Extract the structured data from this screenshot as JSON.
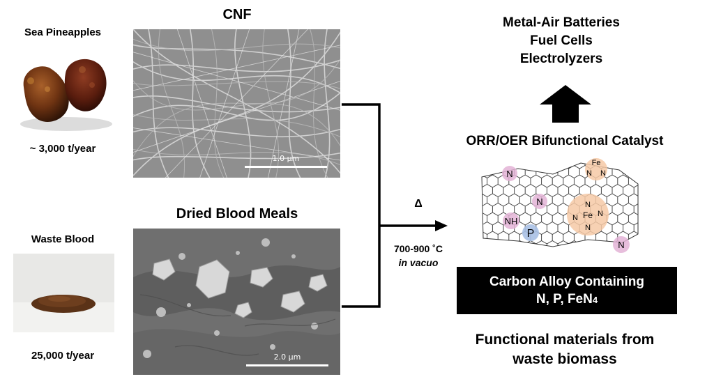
{
  "left": {
    "sea_pineapples_title": "Sea Pineapples",
    "sea_pineapples_amount": "~ 3,000 t/year",
    "waste_blood_title": "Waste Blood",
    "waste_blood_amount": "25,000 t/year"
  },
  "middle": {
    "cnf_title": "CNF",
    "cnf_scale": "1.0 μm",
    "blood_meal_title": "Dried Blood Meals",
    "blood_meal_scale": "2.0 μm"
  },
  "process": {
    "heat_symbol": "Δ",
    "temperature": "700-900 ˚C",
    "condition": "in vacuo"
  },
  "right": {
    "applications": [
      "Metal-Air Batteries",
      "Fuel Cells",
      "Electrolyzers"
    ],
    "catalyst_title": "ORR/OER Bifunctional Catalyst",
    "atom_labels": [
      "N",
      "N",
      "N",
      "NH",
      "P",
      "Fe",
      "N",
      "N",
      "Fe",
      "N",
      "N",
      "N",
      "N"
    ],
    "alloy_line1": "Carbon Alloy Containing",
    "alloy_line2": "N, P, FeN",
    "alloy_subscript": "4",
    "footer_line1": "Functional materials from",
    "footer_line2": "waste biomass"
  }
}
